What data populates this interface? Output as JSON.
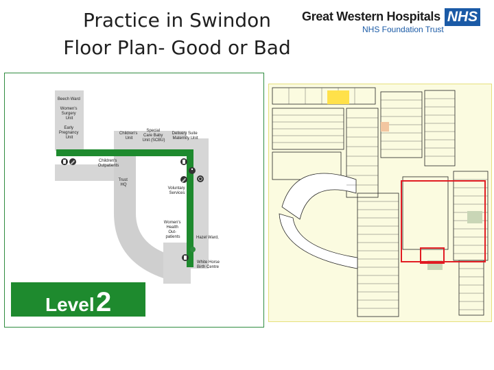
{
  "header": {
    "title_line1": "Practice in Swindon",
    "title_line2": "Floor Plan- Good or Bad"
  },
  "logo": {
    "org_name": "Great Western Hospitals",
    "trust_name": "NHS Foundation Trust",
    "badge": "NHS",
    "badge_color": "#1a5aa6"
  },
  "left_map": {
    "labels": {
      "beech": [
        "Beech Ward"
      ],
      "surgery": [
        "Women's",
        "Surgery",
        "Unit"
      ],
      "pregnancy": [
        "Early",
        "Pregnancy",
        "Unit"
      ],
      "childrens_unit": [
        "Children's",
        "Unit"
      ],
      "scbu": [
        "Special",
        "Care Baby",
        "Unit (SCBU)"
      ],
      "delivery": [
        "Delivery Suite",
        "Maternity Unit"
      ],
      "outpatients": [
        "Children's",
        "Outpatients"
      ],
      "trust_hq": [
        "Trust",
        "HQ"
      ],
      "voluntary": [
        "Voluntary",
        "Services"
      ],
      "womens_health": [
        "Women's",
        "Health",
        "Out-",
        "patients"
      ],
      "hazel": [
        "Hazel Ward,"
      ],
      "white_horse": [
        "White Horse",
        "Birth Centre"
      ]
    },
    "level_text": "Level",
    "level_number": "2",
    "accent_color": "#1e8a2e",
    "corridor_color": "#cfcfcf",
    "icons": [
      "lift-icon",
      "stairs-icon",
      "toilet-icon",
      "disabled-access-icon"
    ]
  },
  "right_map": {
    "highlight_color": "#e11b22",
    "yellow_block_color": "#ffe14a"
  }
}
